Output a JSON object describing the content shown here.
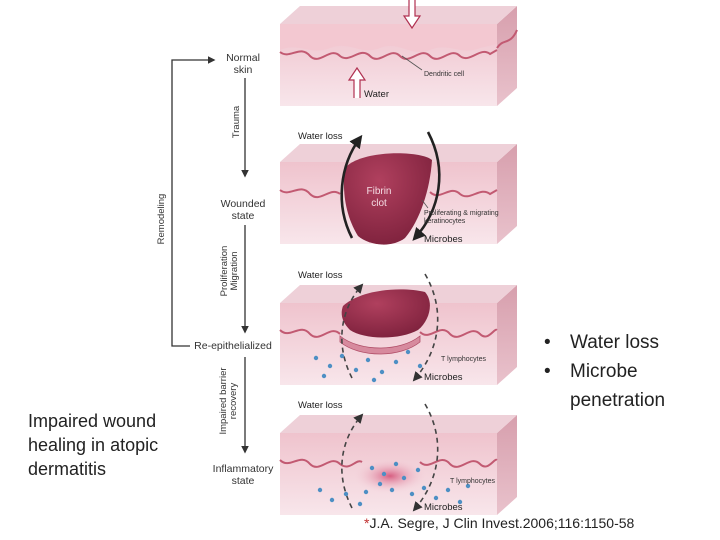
{
  "stages": {
    "normal": "Normal\nskin",
    "wounded": "Wounded\nstate",
    "reepi": "Re-epithelialized",
    "inflammatory": "Inflammatory\nstate"
  },
  "processes": {
    "trauma": "Trauma",
    "prolif": "Proliferation\nMigration",
    "impaired": "Impaired barrier\nrecovery",
    "remodeling": "Remodeling"
  },
  "panel_labels": {
    "dendritic_cell": "Dendritic cell",
    "water": "Water",
    "water_loss_2": "Water loss",
    "water_loss_3": "Water loss",
    "water_loss_4": "Water loss",
    "fibrin_clot": "Fibrin\nclot",
    "keratinocytes": "Proliferating & migrating\nkeratinocytes",
    "microbes_2": "Microbes",
    "microbes_3": "Microbes",
    "microbes_4": "Microbes",
    "t_lymphocytes_3": "T lymphocytes",
    "t_lymphocytes_4": "T lymphocytes"
  },
  "caption": "Impaired wound healing in atopic dermatitis",
  "bullets": [
    "Water loss",
    "Microbe penetration"
  ],
  "citation_mark": "*",
  "citation": "J.A. Segre, J Clin Invest.2006;116:1150-58",
  "colors": {
    "epidermis_top": "#f2c9d2",
    "dermis": "#f6dde4",
    "rete_line": "#c25a72",
    "side_face": "#d9a6b3",
    "top_face": "#eed0d8",
    "clot": "#8e2845",
    "lymphocyte": "#4d8fc4",
    "arrow_dark": "#222222"
  }
}
